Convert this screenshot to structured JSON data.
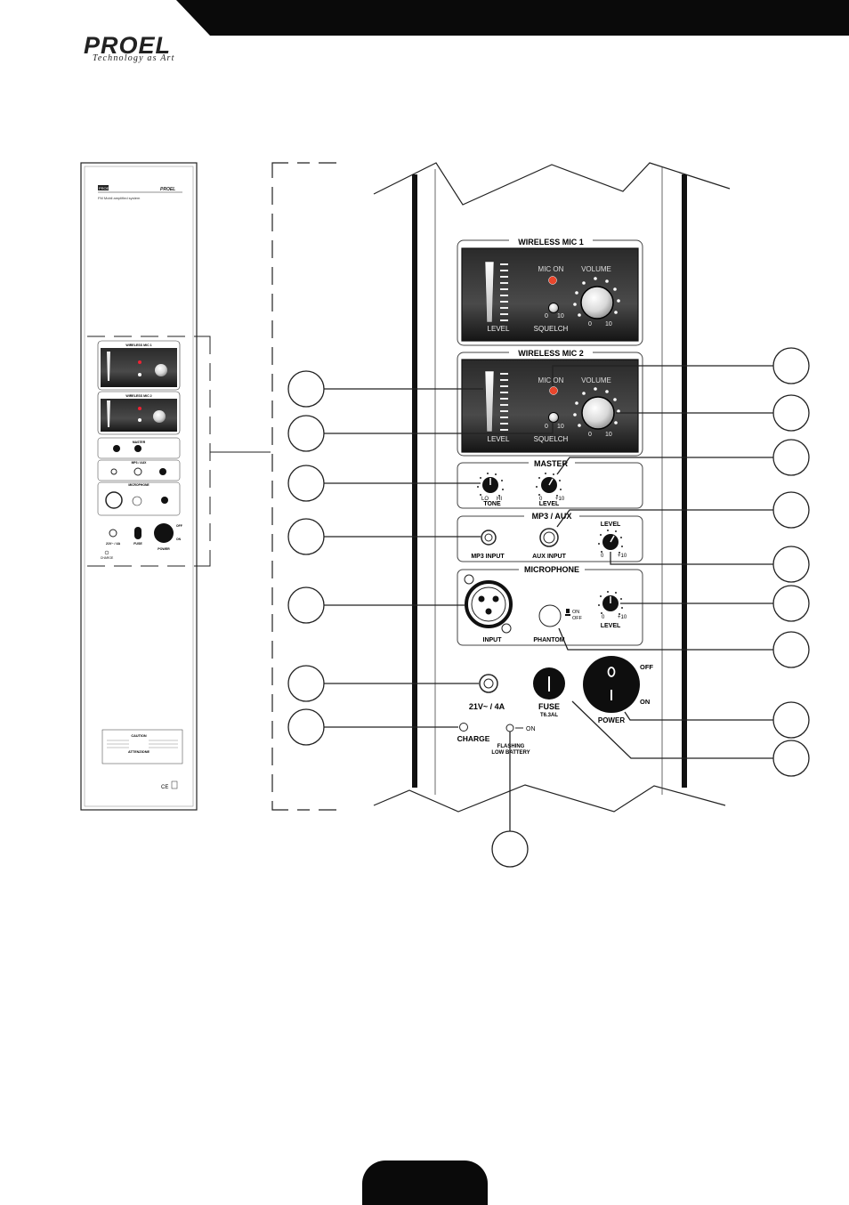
{
  "brand": {
    "logo": "PROEL",
    "tagline": "Technology as Art"
  },
  "thumbnail": {
    "header": "PROEL",
    "subtitle": "FM Mobil amplified system",
    "logo": "PROEL",
    "mic1_title": "WIRELESS MIC 1",
    "mic2_title": "WIRELESS MIC 2",
    "master": "MASTER",
    "mp3_aux": "MP3 / AUX",
    "microphone": "MICROPHONE",
    "dc_in": "21V~ / 4A",
    "fuse": "FUSE",
    "power": "POWER",
    "off": "OFF",
    "on": "ON",
    "charge": "CHARGE",
    "caution": "CAUTION",
    "attenzione": "ATTENZIONE",
    "ce": "CE"
  },
  "panel": {
    "mic1": {
      "title": "WIRELESS MIC 1",
      "mic_on": "MIC ON",
      "volume": "VOLUME",
      "level": "LEVEL",
      "squelch": "SQUELCH",
      "scale_min": "0",
      "scale_max": "10"
    },
    "mic2": {
      "title": "WIRELESS MIC 2",
      "mic_on": "MIC ON",
      "volume": "VOLUME",
      "level": "LEVEL",
      "squelch": "SQUELCH",
      "scale_min": "0",
      "scale_max": "10"
    },
    "master": {
      "title": "MASTER",
      "tone": "TONE",
      "tone_lo": "LO",
      "tone_hi": "HI",
      "level": "LEVEL",
      "level_min": "0",
      "level_max": "+10"
    },
    "mp3aux": {
      "title": "MP3 / AUX",
      "mp3_input": "MP3 INPUT",
      "aux_input": "AUX INPUT",
      "level": "LEVEL",
      "level_min": "0",
      "level_max": "+10"
    },
    "microphone": {
      "title": "MICROPHONE",
      "input": "INPUT",
      "phantom": "PHANTOM",
      "phantom_on": "ON",
      "phantom_off": "OFF",
      "level": "LEVEL",
      "level_min": "0",
      "level_max": "+10"
    },
    "dc_input": "21V~ / 4A",
    "fuse": "FUSE",
    "fuse_rating": "T6.3AL",
    "power": "POWER",
    "power_off": "OFF",
    "power_on": "ON",
    "charge": "CHARGE",
    "charge_on": "ON",
    "flashing": "FLASHING",
    "low_battery": "LOW BATTERY"
  }
}
